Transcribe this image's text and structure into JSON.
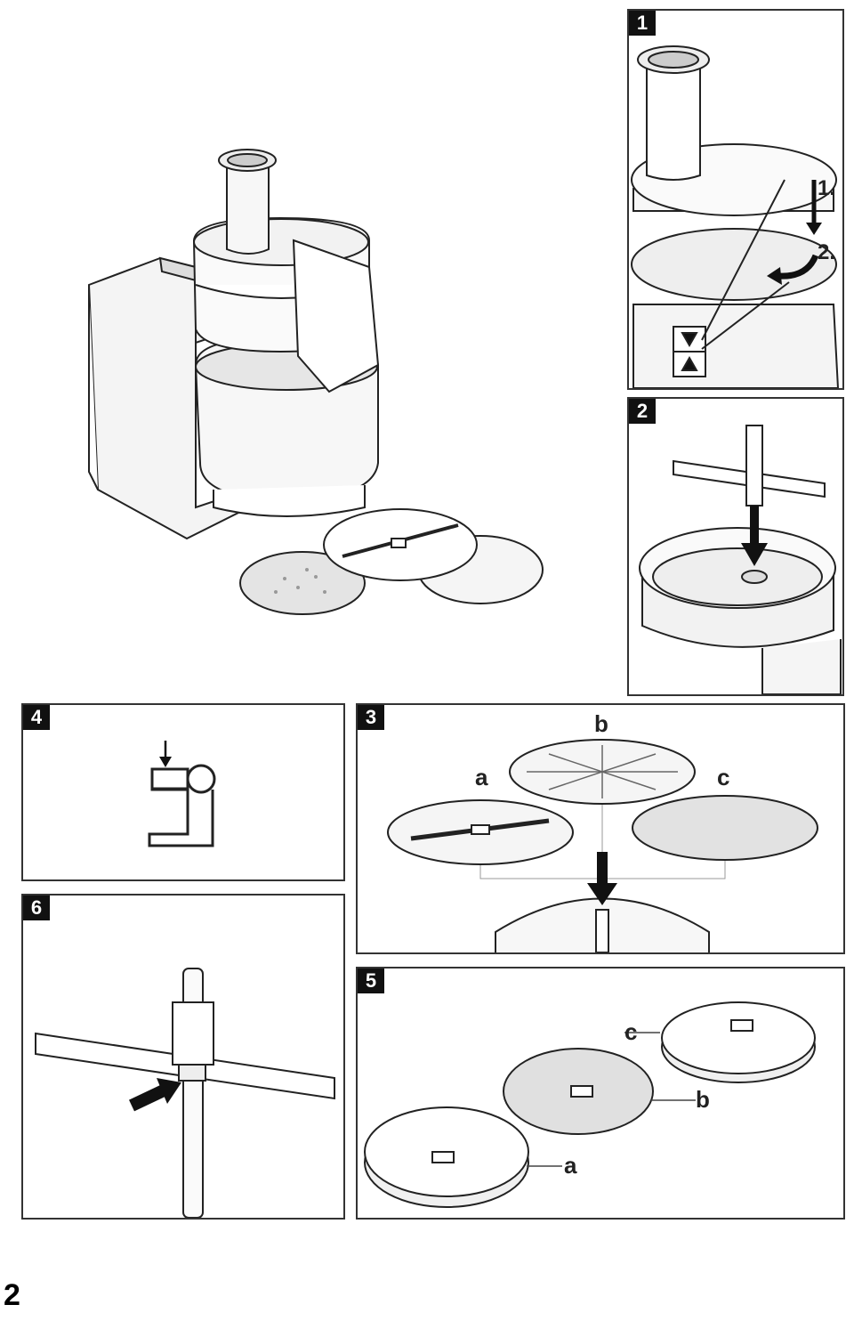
{
  "panels": {
    "p1": {
      "number": "1",
      "step1": "1.",
      "step2": "2."
    },
    "p2": {
      "number": "2"
    },
    "p3": {
      "number": "3",
      "label_a": "a",
      "label_b": "b",
      "label_c": "c"
    },
    "p4": {
      "number": "4"
    },
    "p5": {
      "number": "5",
      "label_a": "a",
      "label_b": "b",
      "label_c": "c"
    },
    "p6": {
      "number": "6"
    }
  },
  "page": {
    "number": "2"
  }
}
